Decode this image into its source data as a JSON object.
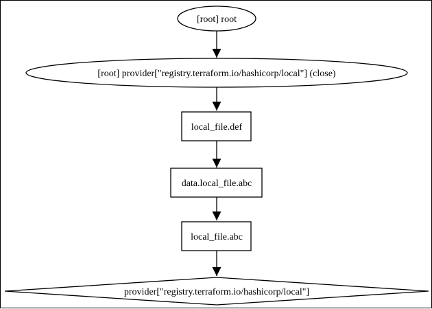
{
  "graph": {
    "nodes": [
      {
        "id": "root",
        "label": "[root] root",
        "shape": "ellipse"
      },
      {
        "id": "provider-close",
        "label": "[root] provider[\"registry.terraform.io/hashicorp/local\"] (close)",
        "shape": "ellipse"
      },
      {
        "id": "local-file-def",
        "label": "local_file.def",
        "shape": "box"
      },
      {
        "id": "data-local-file-abc",
        "label": "data.local_file.abc",
        "shape": "box"
      },
      {
        "id": "local-file-abc",
        "label": "local_file.abc",
        "shape": "box"
      },
      {
        "id": "provider",
        "label": "provider[\"registry.terraform.io/hashicorp/local\"]",
        "shape": "diamond"
      }
    ],
    "edges": [
      {
        "from": "root",
        "to": "provider-close"
      },
      {
        "from": "provider-close",
        "to": "local-file-def"
      },
      {
        "from": "local-file-def",
        "to": "data-local-file-abc"
      },
      {
        "from": "data-local-file-abc",
        "to": "local-file-abc"
      },
      {
        "from": "local-file-abc",
        "to": "provider"
      }
    ]
  }
}
